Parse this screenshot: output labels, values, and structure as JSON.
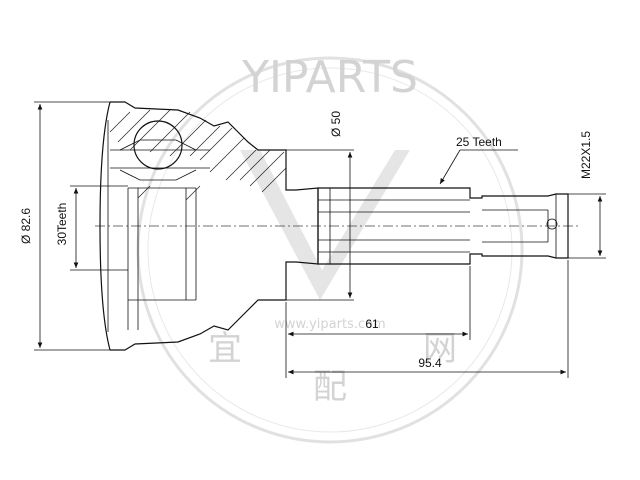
{
  "watermark": {
    "brand": "YIPARTS",
    "url": "www.yiparts.com",
    "chinese_left": "宜",
    "chinese_mid": "配",
    "chinese_right": "网"
  },
  "dimensions": {
    "overall_diameter": "Ø 82.6",
    "inner_teeth": "30Teeth",
    "shaft_diameter": "Ø 50",
    "spline_teeth": "25 Teeth",
    "thread": "M22X1.5",
    "length_spline": "61",
    "length_total": "95.4"
  }
}
